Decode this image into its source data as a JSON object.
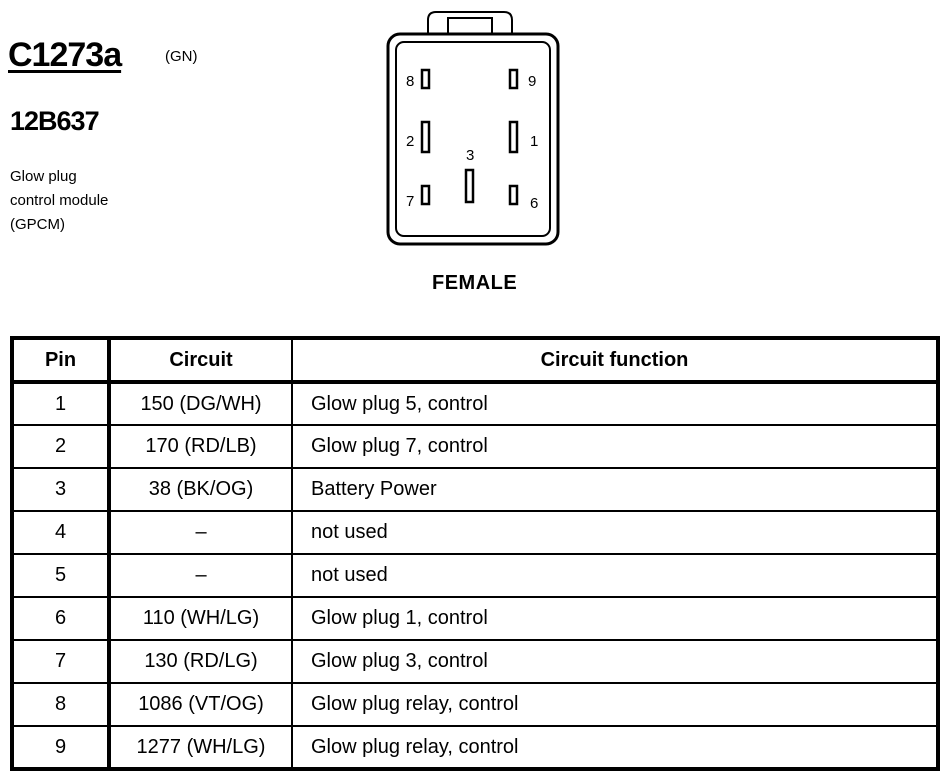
{
  "connector": {
    "id": "C1273a",
    "color_code": "(GN)",
    "part_number": "12B637",
    "description_lines": [
      "Glow plug",
      "control module",
      "(GPCM)"
    ],
    "gender": "FEMALE",
    "pin_labels": [
      "8",
      "9",
      "2",
      "1",
      "3",
      "7",
      "6"
    ]
  },
  "table": {
    "headers": {
      "pin": "Pin",
      "circuit": "Circuit",
      "function": "Circuit function"
    },
    "rows": [
      {
        "pin": "1",
        "circuit": "150 (DG/WH)",
        "function": "Glow plug 5, control"
      },
      {
        "pin": "2",
        "circuit": "170 (RD/LB)",
        "function": "Glow plug 7, control"
      },
      {
        "pin": "3",
        "circuit": "38 (BK/OG)",
        "function": "Battery Power"
      },
      {
        "pin": "4",
        "circuit": "–",
        "function": "not used"
      },
      {
        "pin": "5",
        "circuit": "–",
        "function": "not used"
      },
      {
        "pin": "6",
        "circuit": "110 (WH/LG)",
        "function": "Glow plug 1, control"
      },
      {
        "pin": "7",
        "circuit": "130 (RD/LG)",
        "function": "Glow plug 3, control"
      },
      {
        "pin": "8",
        "circuit": "1086 (VT/OG)",
        "function": "Glow plug relay, control"
      },
      {
        "pin": "9",
        "circuit": "1277 (WH/LG)",
        "function": "Glow plug relay, control"
      }
    ]
  }
}
